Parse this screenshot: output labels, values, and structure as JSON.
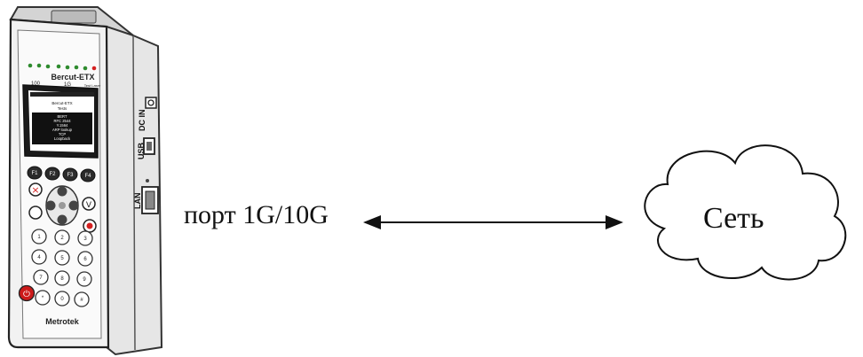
{
  "device": {
    "model": "Bercut-ETX",
    "brand": "Metrotek",
    "led_groups": [
      "100",
      "1G"
    ],
    "test_laser_label": "Test Laser",
    "side_ports": [
      "DC IN",
      "USB",
      "LAN"
    ],
    "function_keys": [
      "F1",
      "F2",
      "F3",
      "F4"
    ],
    "screen_lines": [
      "Bercut-ETX",
      "Tests",
      "BERT",
      "RFC 2544",
      "Y.1564",
      "ARP lookup",
      "TCP",
      "Loopback"
    ],
    "keypad": [
      "1",
      "2",
      "3",
      "4",
      "5",
      "6",
      "7",
      "8",
      "9",
      "*",
      "0",
      "#"
    ]
  },
  "connection": {
    "port_label": "порт 1G/10G",
    "bidirectional": true
  },
  "network": {
    "label": "Сеть",
    "shape": "cloud"
  },
  "colors": {
    "led_green": "#2e8b2e",
    "led_red": "#d42020",
    "power_button": "#cc1a1a",
    "line": "#111111"
  }
}
